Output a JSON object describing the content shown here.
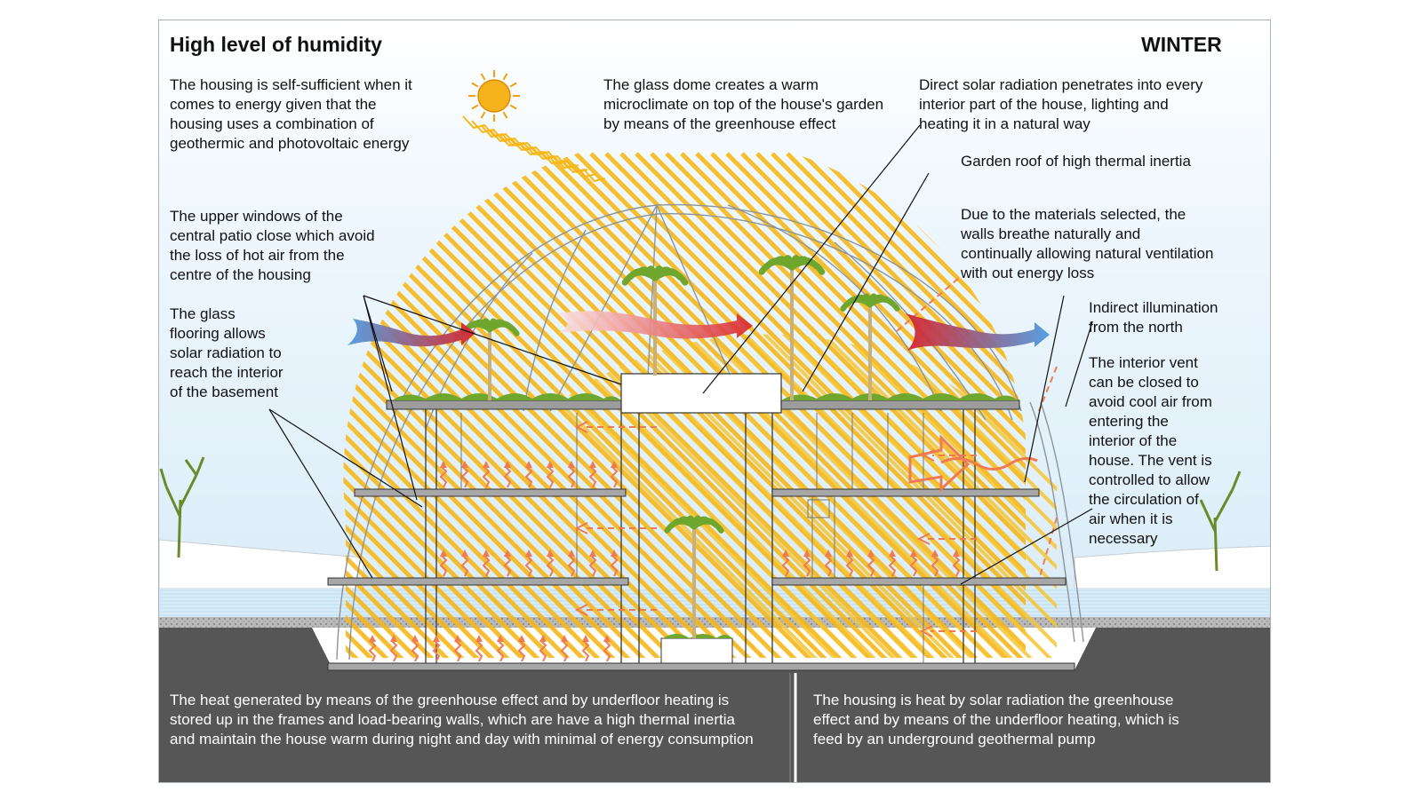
{
  "title": "High level of humidity",
  "season": "WINTER",
  "annotations": {
    "energy": "The housing is self-sufficient when it\ncomes to energy given that the\nhousing uses a combination of\ngeothermic and photovoltaic energy",
    "dome": "The glass dome creates a warm\nmicroclimate on top of the house's garden\nby means of the greenhouse effect",
    "direct_solar": "Direct solar radiation penetrates into every\ninterior part of the house, lighting and\nheating it in a natural way",
    "garden_roof": "Garden roof of high thermal inertia",
    "upper_windows": "The upper windows of the\ncentral patio close which avoid\nthe loss of hot air from the\ncentre of the housing",
    "walls_breathe": "Due to the materials selected, the\nwalls breathe naturally and\ncontinually allowing natural ventilation\nwith out energy loss",
    "glass_flooring": "The glass\nflooring allows\nsolar radiation to\nreach the interior\nof the basement",
    "indirect_light": "Indirect illumination\nfrom the north",
    "interior_vent": "The interior vent\ncan be closed to\navoid cool air from\nentering the\ninterior of the\nhouse. The vent is\ncontrolled to allow\nthe circulation of\nair when it is\nnecessary"
  },
  "footer": {
    "left": "The heat generated by means of the greenhouse effect and by underfloor heating is\nstored up in the frames and load-bearing walls, which are have a high thermal inertia\nand maintain the house warm during night and day with minimal of energy consumption",
    "right": "The housing is heat by solar radiation the greenhouse\neffect and by means of the underfloor heating, which is\nfeed by an underground geothermal pump"
  },
  "colors": {
    "sky": "#e3f2fb",
    "solar_ray": "#f6b81a",
    "heat_arrow": "#f07a52",
    "ground": "#555555",
    "plant": "#6ea62e",
    "cool_air": "#4f9be0",
    "warm_air": "#d8252b"
  },
  "icons": [
    "sun-icon",
    "palm-tree-icon",
    "bare-tree-icon"
  ]
}
